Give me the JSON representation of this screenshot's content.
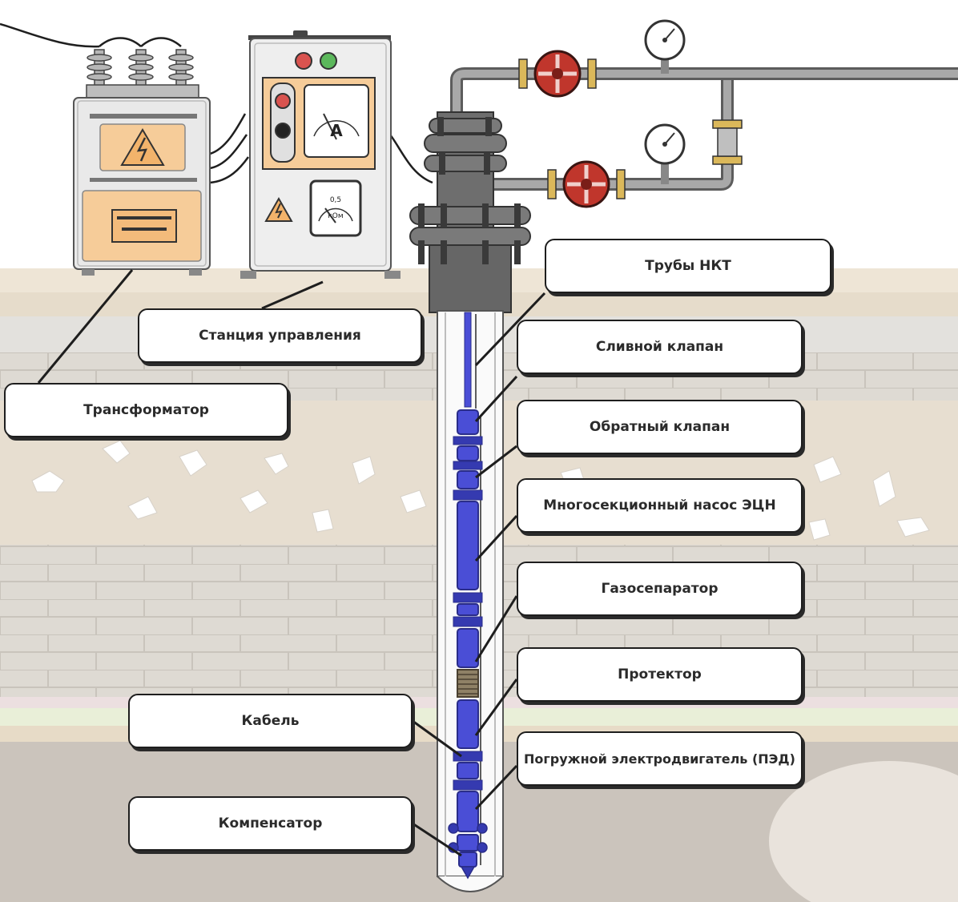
{
  "labels": {
    "tubing": "Трубы НКТ",
    "control_station": "Станция управления",
    "drain_valve": "Сливной клапан",
    "transformer": "Трансформатор",
    "check_valve": "Обратный клапан",
    "pump": "Многосекционный насос ЭЦН",
    "gas_separator": "Газосепаратор",
    "protector": "Протектор",
    "cable": "Кабель",
    "motor": "Погружной электродвигатель (ПЭД)",
    "compensator": "Компенсатор"
  },
  "meters": {
    "ammeter_letter": "А",
    "voltmeter_value": "0,5",
    "voltmeter_unit": "кОм"
  },
  "colors": {
    "equipment": "#4a4ed6",
    "pipe": "#8f8f8f",
    "wellhead": "#6e6e6e",
    "valve": "#c0362c",
    "cabinet": "#eeeeee",
    "transformer_panel": "#f6cc99",
    "soil_light": "#ece3d6",
    "soil_dark": "#c9c3bb",
    "rock": "#e0dbd4"
  }
}
